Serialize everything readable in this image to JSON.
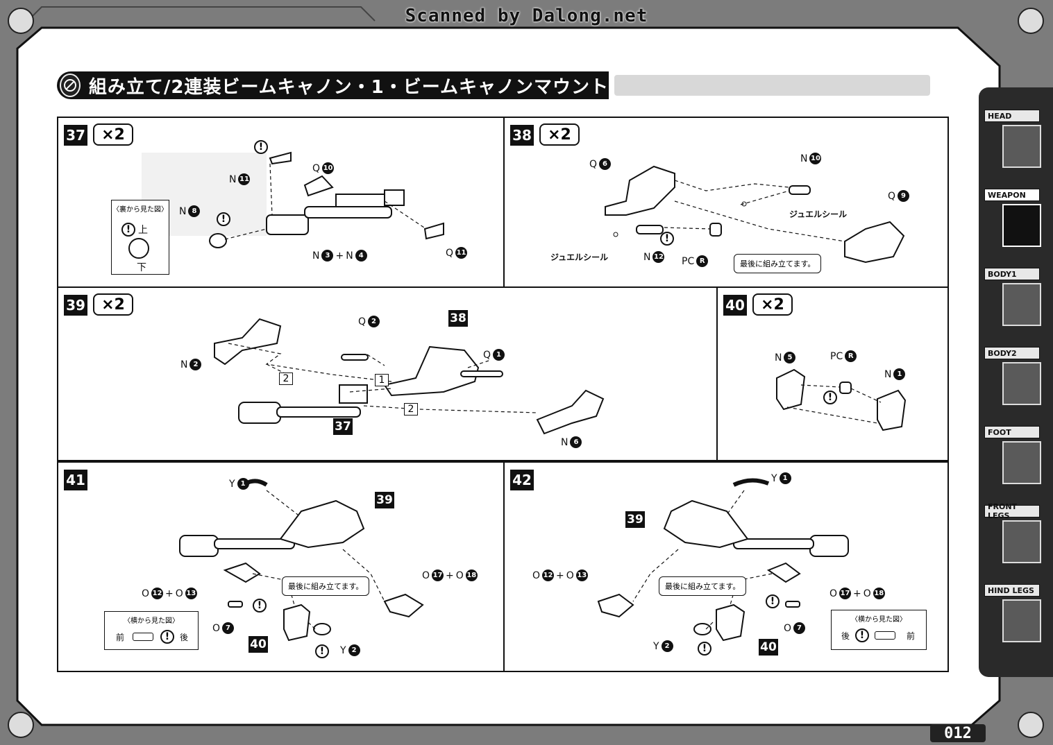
{
  "watermark": "Scanned by Dalong.net",
  "section_title": "組み立て/2連装ビームキャノン・1・ビームキャノンマウント",
  "page_number": "012",
  "side_tabs": [
    {
      "label": "HEAD",
      "active": false
    },
    {
      "label": "WEAPON",
      "active": true
    },
    {
      "label": "BODY1",
      "active": false
    },
    {
      "label": "BODY2",
      "active": false
    },
    {
      "label": "FOOT",
      "active": false
    },
    {
      "label": "FRONT LEGS",
      "active": false
    },
    {
      "label": "HIND LEGS",
      "active": false
    }
  ],
  "steps": {
    "s37": {
      "number": "37",
      "qty": "×2",
      "inset_title": "〈裏から見た図〉",
      "inset_top": "上",
      "inset_bottom": "下",
      "parts": {
        "n11": "11",
        "q10": "10",
        "n8": "8",
        "n3": "3",
        "n4": "4",
        "q11": "11"
      },
      "letters": {
        "n": "N",
        "q": "Q",
        "plus": "+"
      }
    },
    "s38": {
      "number": "38",
      "qty": "×2",
      "parts": {
        "q6": "6",
        "n10": "10",
        "q9": "9",
        "n12": "12",
        "pc": "R"
      },
      "jewel1": "ジュエルシール",
      "jewel2": "ジュエルシール",
      "note": "最後に組み立てます。",
      "letters": {
        "n": "N",
        "q": "Q",
        "pc": "PC"
      }
    },
    "s39": {
      "number": "39",
      "qty": "×2",
      "parts": {
        "q2": "2",
        "n2": "2",
        "q1": "1",
        "n6": "6"
      },
      "ref": "38",
      "ref2": "37",
      "seq": [
        "2",
        "1",
        "2"
      ],
      "letters": {
        "n": "N",
        "q": "Q"
      }
    },
    "s40": {
      "number": "40",
      "qty": "×2",
      "parts": {
        "n5": "5",
        "pc": "R",
        "n1": "1"
      },
      "letters": {
        "n": "N",
        "pc": "PC"
      }
    },
    "s41": {
      "number": "41",
      "parts": {
        "y1": "1",
        "o12": "12",
        "o13": "13",
        "o17": "17",
        "o18": "18",
        "o7": "7",
        "y2": "2"
      },
      "ref_top": "39",
      "ref_bottom": "40",
      "note": "最後に組み立てます。",
      "inset_title": "〈横から見た図〉",
      "front": "前",
      "back": "後",
      "letters": {
        "y": "Y",
        "o": "O",
        "plus": "+"
      }
    },
    "s42": {
      "number": "42",
      "parts": {
        "y1": "1",
        "o12": "12",
        "o13": "13",
        "o17": "17",
        "o18": "18",
        "o7": "7",
        "y2": "2"
      },
      "ref_top": "39",
      "ref_bottom": "40",
      "note": "最後に組み立てます。",
      "inset_title": "〈横から見た図〉",
      "front": "前",
      "back": "後",
      "letters": {
        "y": "Y",
        "o": "O",
        "plus": "+"
      }
    }
  }
}
